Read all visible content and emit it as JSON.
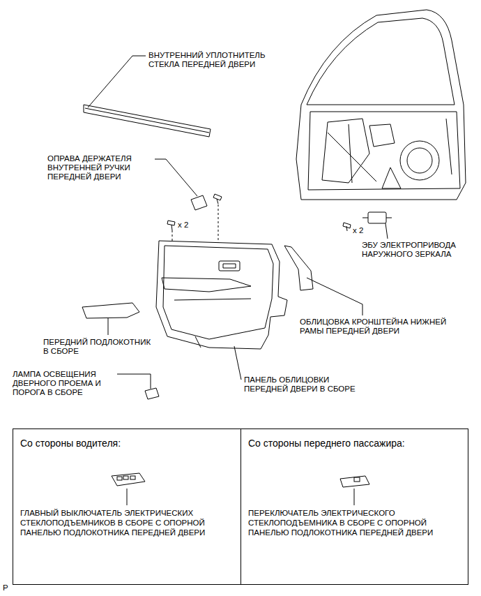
{
  "diagram": {
    "nodes": [
      {
        "text": [
          "Со стороны водителя:",
          "ГЛАВНЫЙ ВЫКЛЮЧАТЕЛЬ ЭЛЕКТРИЧЕСКИХ СТЕКЛОПОДЪЕМНИКОВ В СБОРЕ С ОПОРНОЙ ПАНЕЛЬЮ ПОДЛОКОТНИКА ПЕРЕДНЕЙ ДВЕРИ"
        ]
      },
      {
        "text": [
          "Со стороны переднего пассажира:",
          "ПЕРЕКЛЮЧАТЕЛЬ ЭЛЕКТРИЧЕСКОГО СТЕКЛОПОДЪЕМНИКА В СБОРЕ С ОПОРНОЙ ПАНЕЛЬЮ ПОДЛОКОТНИКА ПЕРЕДНЕЙ ДВЕРИ"
        ]
      }
    ],
    "labels": [
      "ВНУТРЕННИЙ УПЛОТНИТЕЛЬ СТЕКЛА ПЕРЕДНЕЙ ДВЕРИ",
      "ОПРАВА ДЕРЖАТЕЛЯ ВНУТРЕННЕЙ РУЧКИ ПЕРЕДНЕЙ ДВЕРИ",
      "x 2",
      "x 2",
      "ЭБУ ЭЛЕКТРОПРИВОДА НАРУЖНОГО ЗЕРКАЛА",
      "ОБЛИЦОВКА КРОНШТЕЙНА НИЖНЕЙ РАМЫ ПЕРЕДНЕЙ ДВЕРИ",
      "ПЕРЕДНИЙ ПОДЛОКОТНИК В СБОРЕ",
      "ЛАМПА ОСВЕЩЕНИЯ ДВЕРНОГО ПРОЕМА И ПОРОГА В СБОРЕ",
      "ПАНЕЛЬ ОБЛИЦОВКИ ПЕРЕДНЕЙ ДВЕРИ В СБОРЕ",
      "P"
    ]
  }
}
